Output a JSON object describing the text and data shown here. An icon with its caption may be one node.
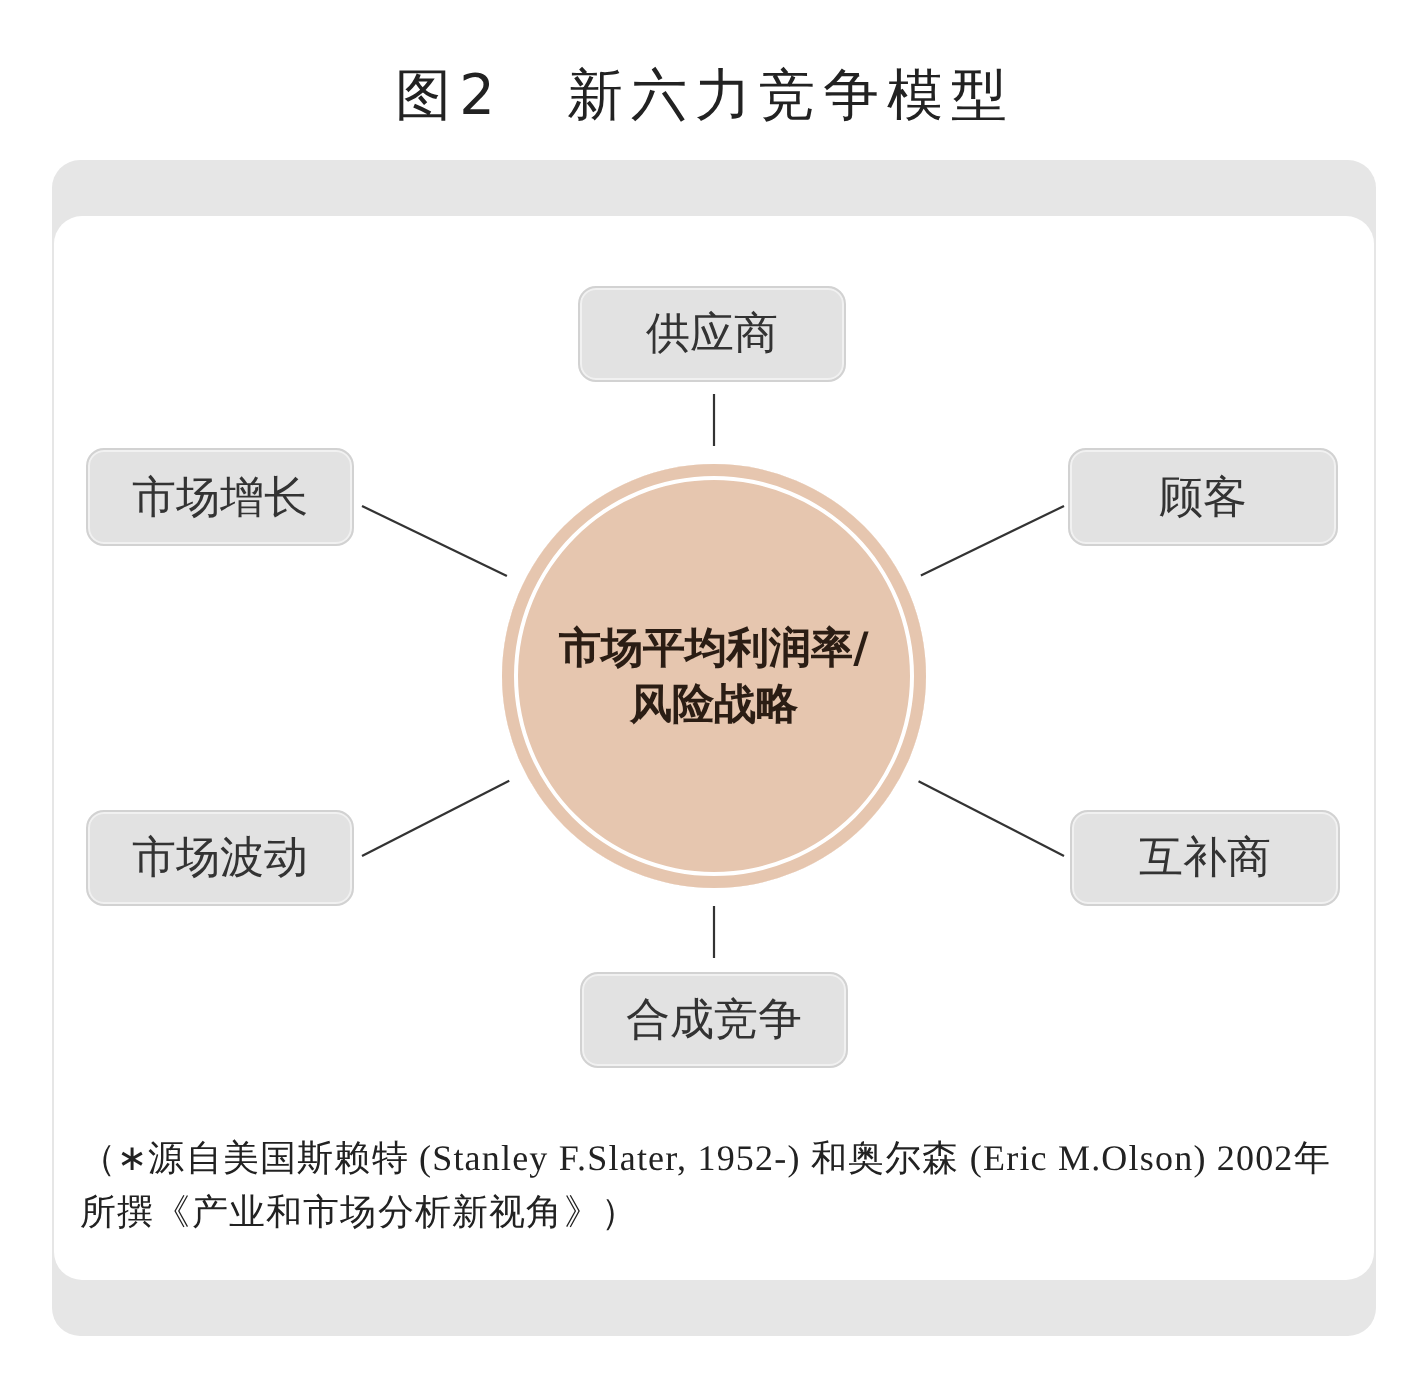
{
  "diagram": {
    "title": "图2　新六力竞争模型",
    "nodes": [
      {
        "text": [
          "供应商"
        ]
      },
      {
        "text": [
          "市场增长"
        ]
      },
      {
        "text": [
          "顾客"
        ]
      },
      {
        "text": [
          "市场平均利润率/风险战略"
        ]
      },
      {
        "text": [
          "市场波动"
        ]
      },
      {
        "text": [
          "互补商"
        ]
      },
      {
        "text": [
          "合成竞争"
        ]
      }
    ],
    "edges": [
      {
        "from": 3,
        "to": 0,
        "arrow": "none"
      },
      {
        "from": 3,
        "to": 1,
        "arrow": "none"
      },
      {
        "from": 3,
        "to": 2,
        "arrow": "none"
      },
      {
        "from": 3,
        "to": 4,
        "arrow": "none"
      },
      {
        "from": 3,
        "to": 5,
        "arrow": "none"
      },
      {
        "from": 3,
        "to": 6,
        "arrow": "none"
      }
    ],
    "caption": "（∗源自美国斯赖特 (Stanley F.Slater, 1952-) 和奥尔森 (Eric M.Olson) 2002年所撰《产业和市场分析新视角》）"
  }
}
